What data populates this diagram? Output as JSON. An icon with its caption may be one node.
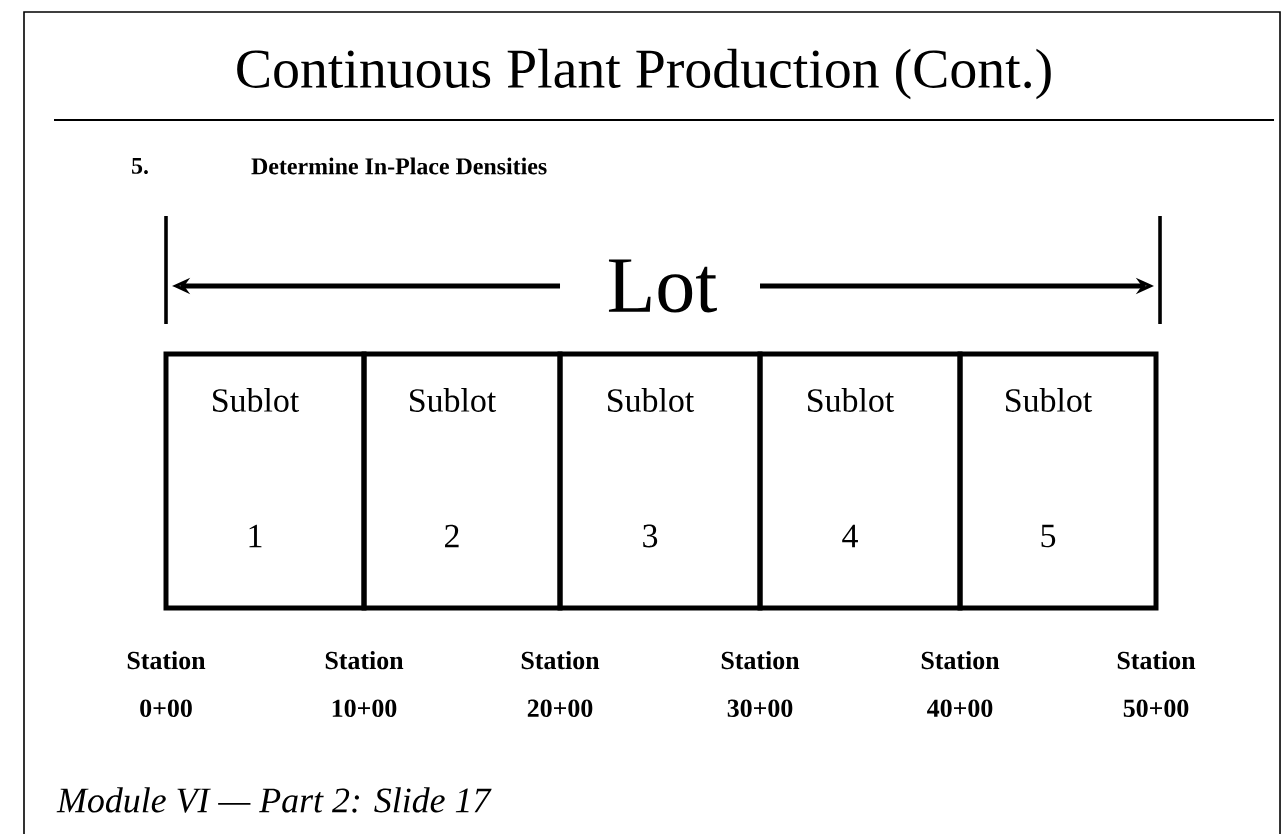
{
  "diagram": {
    "title": "Continuous Plant Production (Cont.)",
    "caption": "Module VI — Part 2:  Slide 17",
    "nodes": [
      {
        "text": [
          "Sublot",
          "1"
        ]
      },
      {
        "text": [
          "Sublot",
          "2"
        ]
      },
      {
        "text": [
          "Sublot",
          "3"
        ]
      },
      {
        "text": [
          "Sublot",
          "4"
        ]
      },
      {
        "text": [
          "Sublot",
          "5"
        ]
      }
    ],
    "labels": [
      "5.",
      "Determine In-Place Densities",
      "Lot",
      "Station 0+00",
      "Station 10+00",
      "Station 20+00",
      "Station 30+00",
      "Station 40+00",
      "Station 50+00"
    ]
  }
}
